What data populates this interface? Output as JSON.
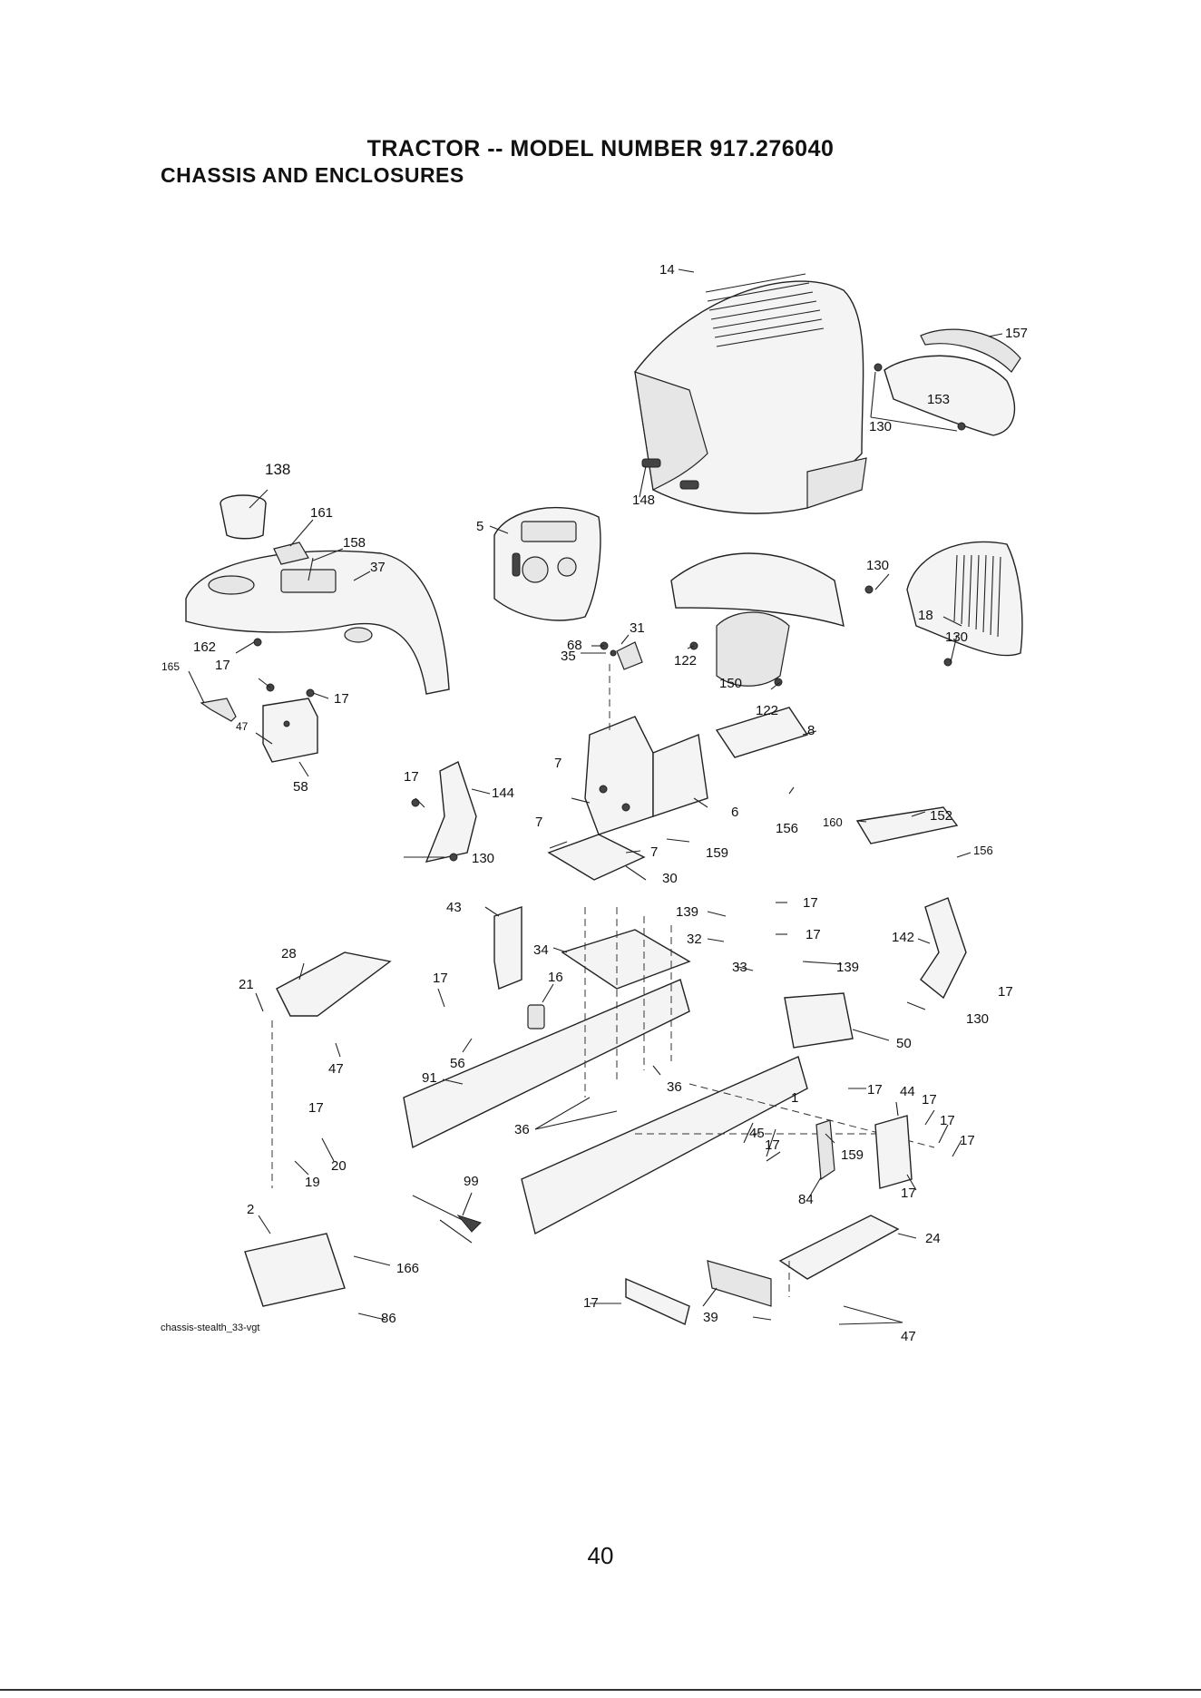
{
  "header": {
    "title": "TRACTOR -- MODEL NUMBER 917.276040",
    "subtitle": "CHASSIS AND ENCLOSURES"
  },
  "diagram": {
    "labels": {
      "n157": "157",
      "n14": "14",
      "n153": "153",
      "n130a": "130",
      "n148": "148",
      "n138": "138",
      "n161": "161",
      "n158": "158",
      "n37": "37",
      "n5": "5",
      "n130b": "130",
      "n18": "18",
      "n130c": "130",
      "n68": "68",
      "n31": "31",
      "n35": "35",
      "n122a": "122",
      "n150": "150",
      "n122b": "122",
      "n162": "162",
      "n165": "165",
      "n17a": "17",
      "n17b": "17",
      "n47a": "47",
      "n58": "58",
      "n8": "8",
      "n7a": "7",
      "n6": "6",
      "n156a": "156",
      "n17c": "17",
      "n144": "144",
      "n130d": "130",
      "n160": "160",
      "n152": "152",
      "n156b": "156",
      "n7b": "7",
      "n7c": "7",
      "n159a": "159",
      "n30": "30",
      "n43": "43",
      "n139a": "139",
      "n17d": "17",
      "n32": "32",
      "n17e": "17",
      "n142": "142",
      "n28": "28",
      "n34": "34",
      "n33": "33",
      "n139b": "139",
      "n21": "21",
      "n17f": "17",
      "n16": "16",
      "n17g": "17",
      "n130e": "130",
      "n56": "56",
      "n47b": "47",
      "n50": "50",
      "n91": "91",
      "n36a": "36",
      "n17h": "17",
      "n17i": "17",
      "n44": "44",
      "n17j": "17",
      "n17k": "17",
      "n36b": "36",
      "n1": "1",
      "n45": "45",
      "n17l": "17",
      "n159b": "159",
      "n19": "19",
      "n20": "20",
      "n99": "99",
      "n84": "84",
      "n17m": "17",
      "n2": "2",
      "n24": "24",
      "n166": "166",
      "n86": "86",
      "n17n": "17",
      "n39": "39",
      "n17o": "17",
      "n47c": "47"
    },
    "reference_code": "chassis-stealth_33-vgt"
  },
  "footer": {
    "page_number": "40"
  }
}
